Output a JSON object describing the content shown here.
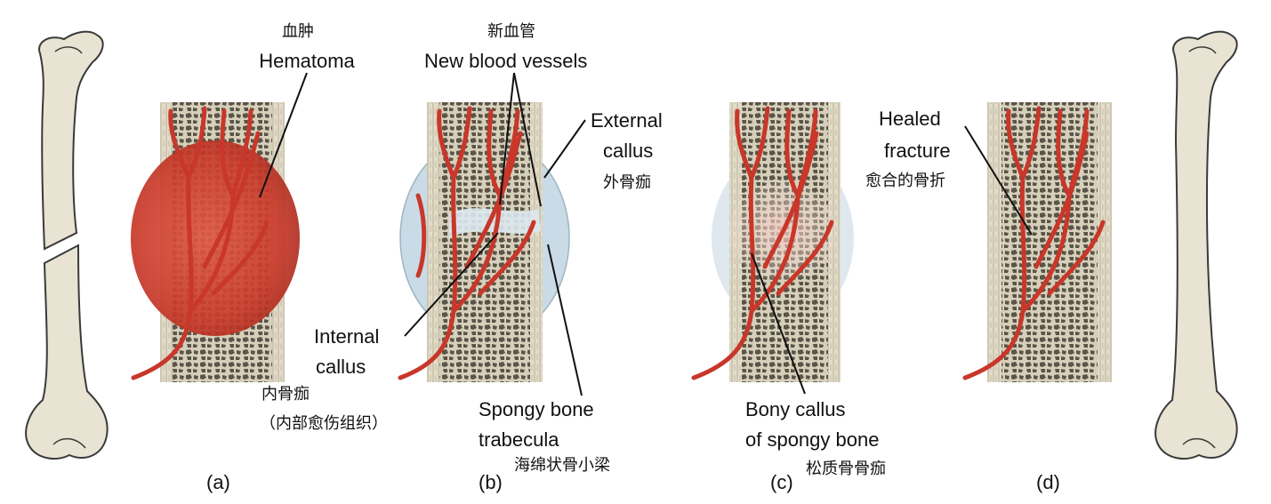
{
  "labels": {
    "hematoma_zh": "血肿",
    "hematoma_en": "Hematoma",
    "new_vessels_zh": "新血管",
    "new_vessels_en": "New blood vessels",
    "external_callus_en_1": "External",
    "external_callus_en_2": "callus",
    "external_callus_zh": "外骨痂",
    "internal_callus_en_1": "Internal",
    "internal_callus_en_2": "callus",
    "internal_callus_zh_1": "内骨痂",
    "internal_callus_zh_2": "（内部愈伤组织）",
    "spongy_trabecula_en_1": "Spongy bone",
    "spongy_trabecula_en_2": "trabecula",
    "spongy_trabecula_zh": "海绵状骨小梁",
    "bony_callus_en_1": "Bony callus",
    "bony_callus_en_2": "of spongy bone",
    "bony_callus_zh": "松质骨骨痂",
    "healed_en_1": "Healed",
    "healed_en_2": "fracture",
    "healed_zh": "愈合的骨折"
  },
  "panels": [
    {
      "letter": "(a)"
    },
    {
      "letter": "(b)"
    },
    {
      "letter": "(c)"
    },
    {
      "letter": "(d)"
    }
  ],
  "colors": {
    "bone_fill": "#e8e3d3",
    "bone_outline": "#3a3a3a",
    "cortex": "#d9d2bd",
    "spongy": "#c9c1ab",
    "vessel": "#c8372a",
    "hematoma": "#c93a2a",
    "callus_blue": "#c9dbe6",
    "callus_pink": "#f4d3cc"
  }
}
